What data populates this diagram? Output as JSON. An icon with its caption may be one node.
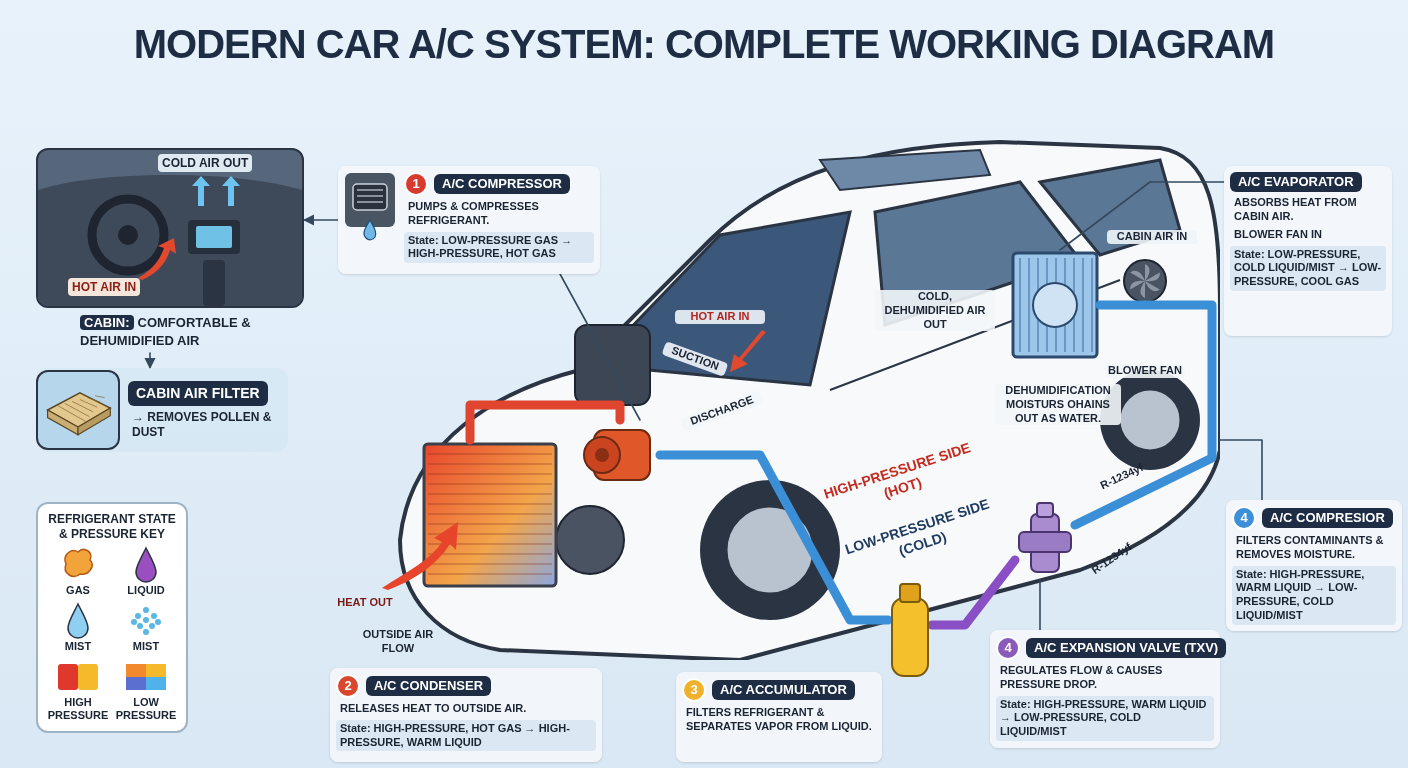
{
  "diagram": {
    "title": "MODERN CAR A/C SYSTEM: COMPLETE WORKING DIAGRAM",
    "nodes": [
      {
        "text": [
          "COLD AIR OUT",
          "HOT AIR IN"
        ],
        "beside": [
          "CABIN:",
          "COMFORTABLE & DEHUMIDIFIED AIR"
        ]
      },
      {
        "text": [
          "CABIN AIR FILTER",
          "→ REMOVES POLLEN & DUST"
        ]
      },
      {
        "text": [
          "1",
          "A/C COMPRESSOR",
          "PUMPS & COMPRESSES REFRIGERANT.",
          "State: LOW-PRESSURE GAS → HIGH-PRESSURE, HOT GAS"
        ]
      },
      {
        "text": [],
        "shape": "picture"
      },
      {
        "text": [],
        "shape": "picture",
        "in": 3
      },
      {
        "text": [],
        "shape": "picture",
        "in": 3
      },
      {
        "text": [],
        "shape": "picture",
        "in": 3
      },
      {
        "text": [],
        "shape": "cylinder"
      },
      {
        "text": [],
        "shape": "picture",
        "in": 3
      },
      {
        "text": [
          "A/C EVAPORATOR",
          "ABSORBS HEAT FROM CABIN AIR.",
          "BLOWER FAN IN",
          "State: LOW-PRESSURE, COLD LIQUID/MIST → LOW-PRESSURE, COOL GAS"
        ]
      },
      {
        "text": [
          "4",
          "A/C COMPRESIOR",
          "FILTERS CONTAMINANTS & REMOVES MOISTURE.",
          "State: HIGH-PRESSURE, WARM LIQUID → LOW-PRESSURE, COLD LIQUID/MIST"
        ]
      },
      {
        "text": [
          "2",
          "A/C CONDENSER",
          "RELEASES HEAT TO OUTSIDE AIR.",
          "State: HIGH-PRESSURE, HOT GAS → HIGH-PRESSURE, WARM LIQUID"
        ]
      },
      {
        "text": [
          "3",
          "A/C ACCUMULATOR",
          "FILTERS REFRIGERANT & SEPARATES VAPOR FROM LIQUID."
        ]
      },
      {
        "text": [
          "4",
          "A/C EXPANSION VALVE (TXV)",
          "REGULATES FLOW & CAUSES PRESSURE DROP.",
          "State: HIGH-PRESSURE, WARM LIQUID → LOW-PRESSURE, COLD LIQUID/MIST"
        ]
      }
    ],
    "edges": [
      {
        "from": 0,
        "to": 1,
        "arrow": "to"
      },
      {
        "from": 2,
        "to": 0,
        "arrow": "to"
      },
      {
        "from": 2,
        "to": 4,
        "arrow": "none"
      },
      {
        "from": 9,
        "to": 6,
        "arrow": "none"
      },
      {
        "from": 10,
        "to": 3,
        "arrow": "none"
      },
      {
        "from": 13,
        "to": 8,
        "arrow": "none"
      },
      {
        "from": 5,
        "to": 4,
        "arrow": "none",
        "style": "thick",
        "color": "#e0452f"
      },
      {
        "from": 4,
        "to": 7,
        "arrow": "none",
        "style": "thick",
        "color": "#3b8fd6"
      },
      {
        "from": 7,
        "to": 8,
        "arrow": "none",
        "style": "thick",
        "color": "#8a4fc4"
      },
      {
        "from": 8,
        "to": 6,
        "arrow": "none",
        "style": "thick",
        "color": "#3b8fd6"
      }
    ],
    "labels": [
      "HOT AIR IN",
      "CABIN AIR IN",
      "COLD, DEHUMIDIFIED AIR OUT",
      "BLOWER FAN",
      "SUCTION",
      "DISCHARGE",
      "DEHUMIDIFICATION MOISTURS OHAINS OUT AS WATER.",
      "HIGH-PRESSURE SIDE (HOT)",
      "LOW-PRESSURE SIDE (COLD)",
      "R-1234yf",
      "R-1234yf",
      "HEAT OUT",
      "OUTSIDE AIR FLOW",
      "REFRIGERANT STATE & PRESSURE KEY"
    ],
    "legend": [
      {
        "text": "GAS"
      },
      {
        "text": "LIQUID"
      },
      {
        "text": "MIST"
      },
      {
        "text": "MIST"
      },
      {
        "text": "HIGH PRESSURE"
      },
      {
        "text": "LOW PRESSURE"
      }
    ]
  }
}
